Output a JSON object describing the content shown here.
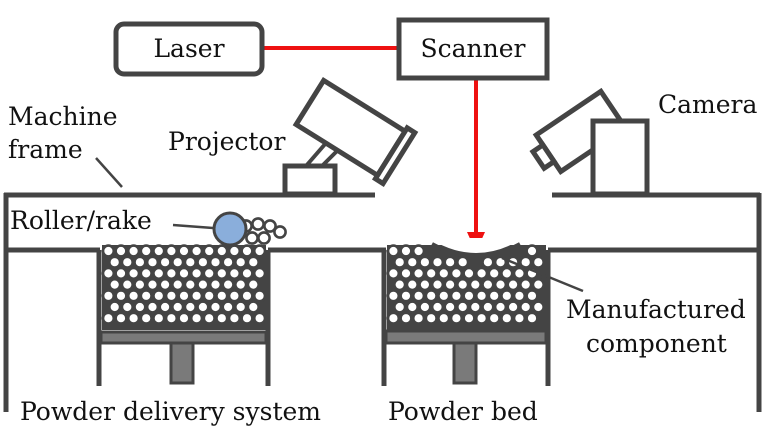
{
  "title": "Powder bed fusion additive manufacturing setup",
  "components": {
    "laser": {
      "label": "Laser"
    },
    "scanner": {
      "label": "Scanner"
    },
    "projector": {
      "label": "Projector"
    },
    "camera": {
      "label": "Camera"
    },
    "machine_frame": {
      "label_line1": "Machine",
      "label_line2": "frame"
    },
    "roller": {
      "label": "Roller/rake",
      "color": "#8aaedb"
    },
    "manufactured_component": {
      "label_line1": "Manufactured",
      "label_line2": "component"
    },
    "powder_delivery": {
      "label": "Powder delivery system"
    },
    "powder_bed": {
      "label": "Powder bed"
    }
  },
  "colors": {
    "laser_beam": "#ee1111",
    "outline": "#444444",
    "platform": "#7a7a7a",
    "roller_fill": "#8aaedb"
  }
}
